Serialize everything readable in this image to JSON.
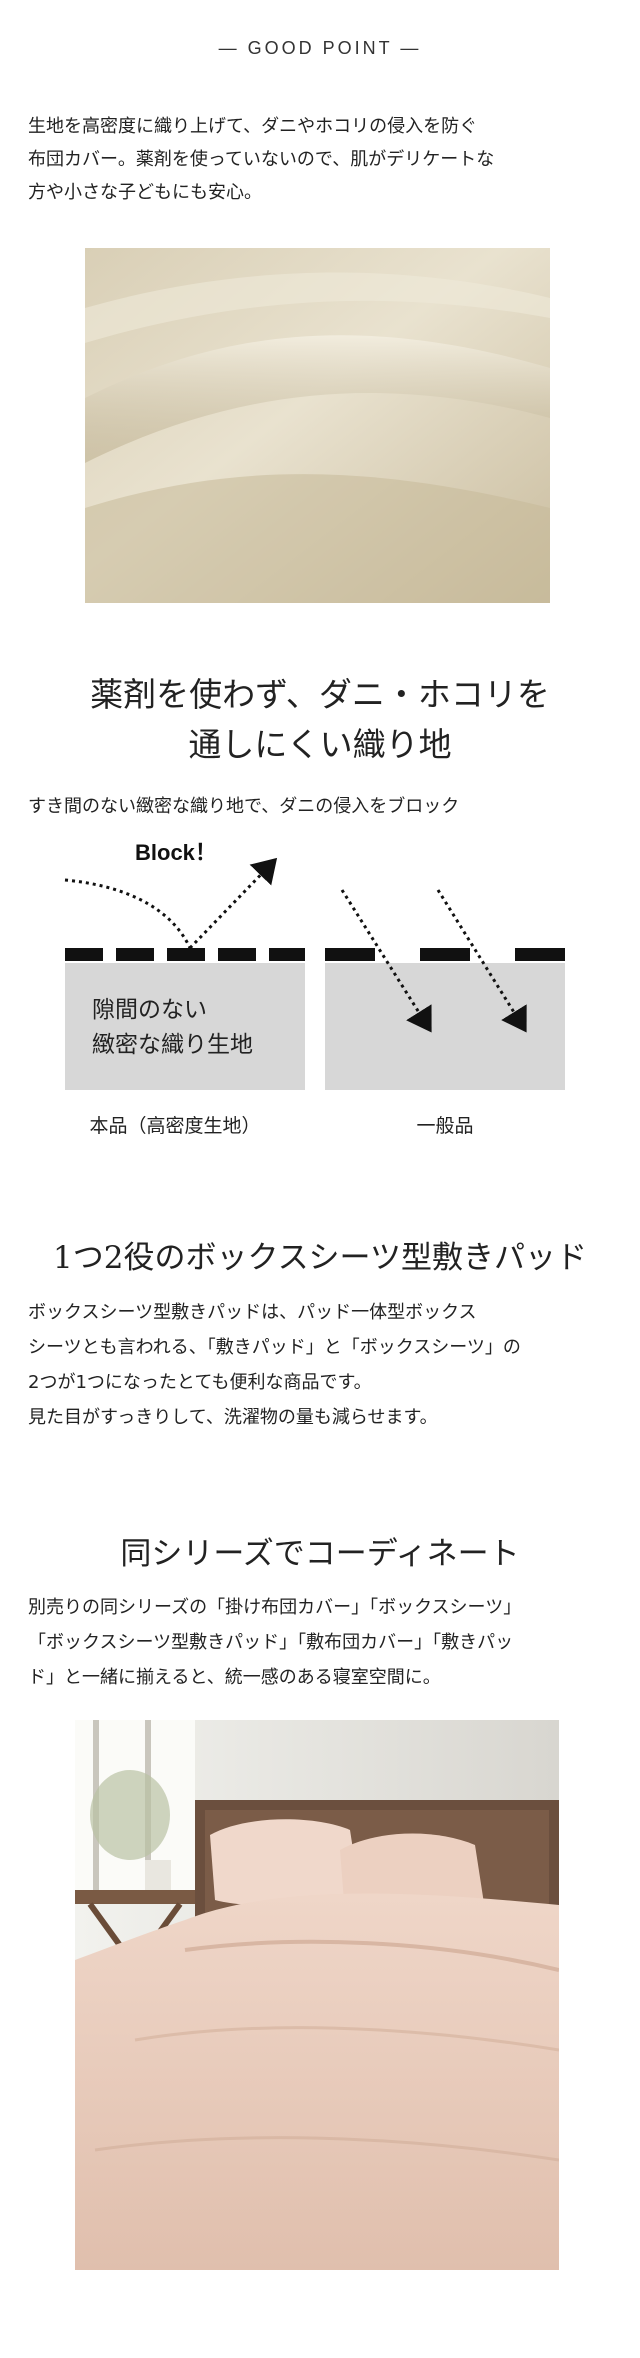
{
  "header": {
    "title": "GOOD POINT"
  },
  "intro": {
    "lines": [
      "生地を高密度に織り上げて、ダニやホコリの侵入を防ぐ",
      "布団カバー。薬剤を使っていないので、肌がデリケートな",
      "方や小さな子どもにも安心。"
    ]
  },
  "section1": {
    "title_lines": [
      "薬剤を使わず、ダニ・ホコリを",
      "通しにくい織り地"
    ],
    "subtitle": "すき間のない緻密な織り地で、ダニの侵入をブロック",
    "diagram": {
      "block_label": "Block！",
      "box_label_lines": [
        "隙間のない",
        "緻密な織り生地"
      ],
      "caption_left": "本品（高密度生地）",
      "caption_right": "一般品"
    }
  },
  "section2": {
    "title": "1つ2役のボックスシーツ型敷きパッド",
    "lines": [
      "ボックスシーツ型敷きパッドは、パッド一体型ボックス",
      "シーツとも言われる、「敷きパッド」と「ボックスシーツ」の",
      "2つが1つになったとても便利な商品です。",
      "見た目がすっきりして、洗濯物の量も減らせます。"
    ]
  },
  "section3": {
    "title": "同シリーズでコーディネート",
    "lines": [
      "別売りの同シリーズの「掛け布団カバー」「ボックスシーツ」",
      "「ボックスシーツ型敷きパッド」「敷布団カバー」「敷きパッ",
      "ド」と一緒に揃えると、統一感のある寝室空間に。"
    ]
  },
  "colors": {
    "fabric": "#e0d6c0",
    "gray_box": "#d7d7d7",
    "bedding": "#e8c9b8"
  }
}
